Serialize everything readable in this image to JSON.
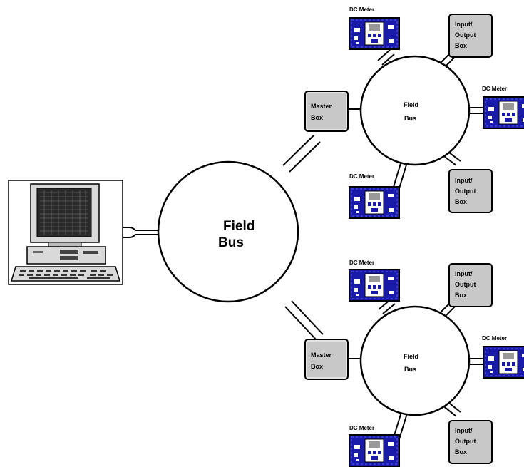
{
  "main_bus": {
    "line1": "Field",
    "line2": "Bus"
  },
  "sub_bus": {
    "line1": "Field",
    "line2": "Bus"
  },
  "master_box": {
    "line1": "Master",
    "line2": "Box"
  },
  "io_box": {
    "line1": "Input/",
    "line2": "Output",
    "line3": "Box"
  },
  "dc_meter": {
    "label": "DC Meter"
  },
  "colors": {
    "meter_blue": "#1a1aa8",
    "box_fill": "#c8c8c8",
    "stroke": "#000000"
  }
}
